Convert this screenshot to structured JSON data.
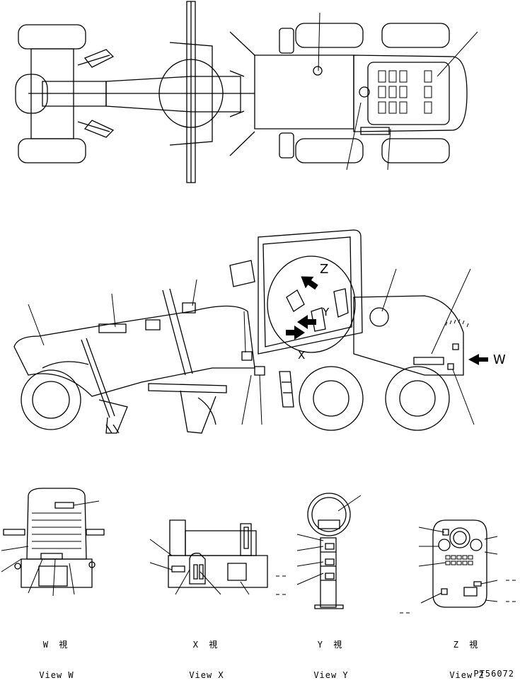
{
  "views": {
    "w": {
      "jp": "W 視",
      "en": "View W"
    },
    "x": {
      "jp": "X 視",
      "en": "View X"
    },
    "y": {
      "jp": "Y 視",
      "en": "View Y"
    },
    "z": {
      "jp": "Z 視",
      "en": "View Z"
    }
  },
  "letters": {
    "w": "W",
    "z": "Z",
    "x": "X",
    "y": "Y"
  },
  "drawing_code": "PT56072"
}
